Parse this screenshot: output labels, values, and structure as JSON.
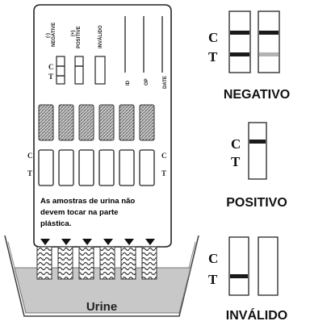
{
  "card": {
    "window_labels": {
      "negative": "(-)",
      "negative_word": "NEGATIVE",
      "positive": "(+)",
      "positive_word": "POSITIVE",
      "invalid": "INVÁLIDO"
    },
    "field_labels": {
      "id": "ID",
      "op": "OP",
      "date": "DATE"
    },
    "c_label": "C",
    "t_label": "T",
    "warning_lines": [
      "As amostras de urina não",
      "devem tocar na parte",
      "plástica."
    ],
    "cup_label": "Urine"
  },
  "legend": [
    {
      "caption": "NEGATIVO",
      "c": "C",
      "t": "T"
    },
    {
      "caption": "POSITIVO",
      "c": "C",
      "t": "T"
    },
    {
      "caption": "INVÁLIDO",
      "c": "C",
      "t": "T"
    }
  ],
  "colors": {
    "card": "#ffffff",
    "outline": "#222222",
    "line_dark": "#1a1a1a",
    "line_faint": "#b3b3b3",
    "pad_fill": "#9a9a9a",
    "urine": "#c8c8c8"
  }
}
